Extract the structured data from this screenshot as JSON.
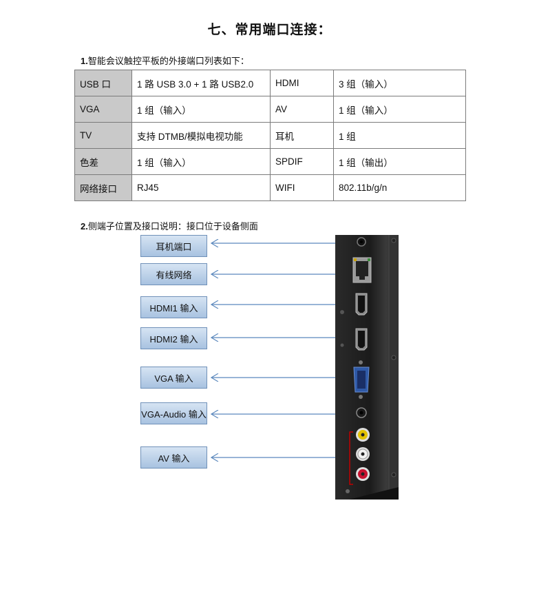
{
  "title": "七、常用端口连接：",
  "section1": {
    "num": "1.",
    "text": "智能会议触控平板的外接端口列表如下："
  },
  "table": [
    [
      "USB 口",
      "1 路 USB 3.0 + 1 路 USB2.0",
      "HDMI",
      "3 组（输入）"
    ],
    [
      "VGA",
      "1 组（输入）",
      "AV",
      "1 组（输入）"
    ],
    [
      "TV",
      "支持 DTMB/模拟电视功能",
      "耳机",
      "1 组"
    ],
    [
      "色差",
      "1 组（输入）",
      "SPDIF",
      "1 组（输出）"
    ],
    [
      "网络接口",
      "RJ45",
      "WIFI",
      "802.11b/g/n"
    ]
  ],
  "section2": {
    "num": "2.",
    "text": "侧端子位置及接口说明：接口位于设备侧面"
  },
  "ports": [
    {
      "label": "耳机端口"
    },
    {
      "label": "有线网络"
    },
    {
      "label": "HDMI1 输入"
    },
    {
      "label": "HDMI2 输入"
    },
    {
      "label": "VGA 输入"
    },
    {
      "label": "VGA-Audio 输入"
    },
    {
      "label": "AV 输入"
    }
  ],
  "colors": {
    "arrow": "#5b88bd",
    "box_border": "#6f90b8",
    "table_key_bg": "#c9c9c9"
  },
  "icons": [
    "headphone-jack",
    "rj45-port",
    "hdmi-port",
    "vga-port",
    "audio-jack",
    "rca-jack"
  ]
}
